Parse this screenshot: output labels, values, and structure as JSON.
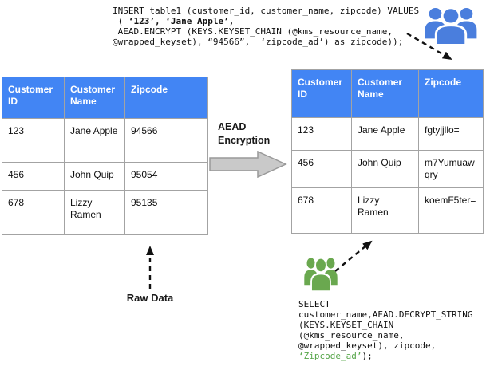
{
  "colors": {
    "header_blue": "#4285f4",
    "header_text": "#ffffff",
    "table_border": "#a3a3a3",
    "table_outer_border": "#8c8c8c",
    "block_arrow_fill": "#c9c9c9",
    "block_arrow_stroke": "#999999",
    "blue_icon": "#4a7edd",
    "green_icon": "#6aa84f",
    "green_text": "#57a64a",
    "code_text": "#111111",
    "arrow_black": "#111111",
    "cell_text": "#111111"
  },
  "insert_sql": {
    "line1": "INSERT table1 (customer_id, customer_name, zipcode) VALUES",
    "line2_prefix": " ( ",
    "line2_bold": "‘123’, ‘Jane Apple’,",
    "line3": " AEAD.ENCRYPT (KEYS.KEYSET_CHAIN (@kms_resource_name,",
    "line4": "@wrapped_keyset), “94566”,  ‘zipcode_ad’) as zipcode));"
  },
  "select_sql": {
    "line1": "SELECT",
    "line2": "customer_name,AEAD.DECRYPT_STRING",
    "line3": "(KEYS.KEYSET_CHAIN",
    "line4": "(@kms_resource_name,",
    "line5": "@wrapped_keyset), zipcode,",
    "line6_green": "‘Zipcode_ad’",
    "line6_end": ");"
  },
  "labels": {
    "aead_arrow": "AEAD Encryption",
    "raw_data": "Raw Data"
  },
  "icons": {
    "top_right": "users-icon",
    "bottom_right": "users-icon",
    "middle": "block-right-arrow-icon"
  },
  "tables": {
    "left": {
      "columns": [
        "Customer ID",
        "Customer Name",
        "Zipcode"
      ],
      "rows": [
        [
          "123",
          "Jane Apple",
          "94566"
        ],
        [
          "456",
          "John Quip",
          "95054"
        ],
        [
          "678",
          "Lizzy Ramen",
          "95135"
        ]
      ]
    },
    "right": {
      "columns": [
        "Customer ID",
        "Customer Name",
        "Zipcode"
      ],
      "rows": [
        [
          "123",
          "Jane Apple",
          "fgtyjjllo="
        ],
        [
          "456",
          "John Quip",
          "m7Yumuawqry"
        ],
        [
          "678",
          "Lizzy Ramen",
          "koemF5ter="
        ]
      ]
    }
  }
}
